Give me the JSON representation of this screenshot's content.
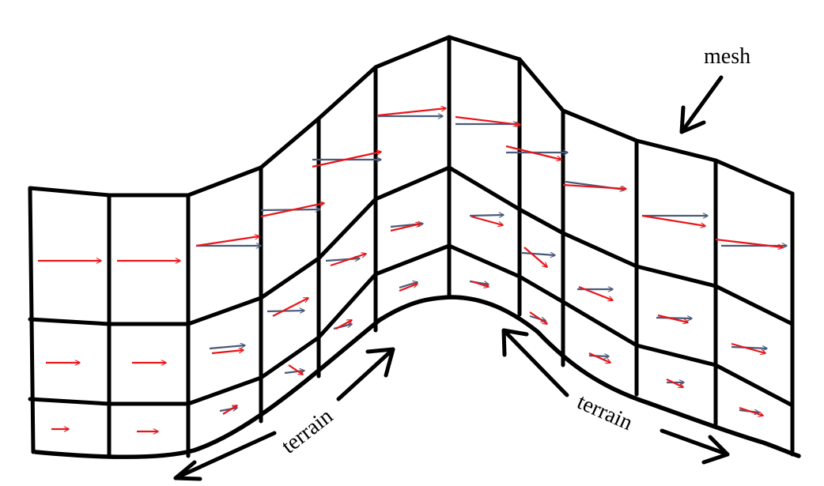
{
  "labels": {
    "mesh": "mesh",
    "terrain_left": "terrain",
    "terrain_right": "terrain"
  },
  "colors": {
    "mesh_lines": "#000000",
    "red_vectors": "#e8161b",
    "blue_vectors": "#4a5a78",
    "background": "#ffffff"
  }
}
